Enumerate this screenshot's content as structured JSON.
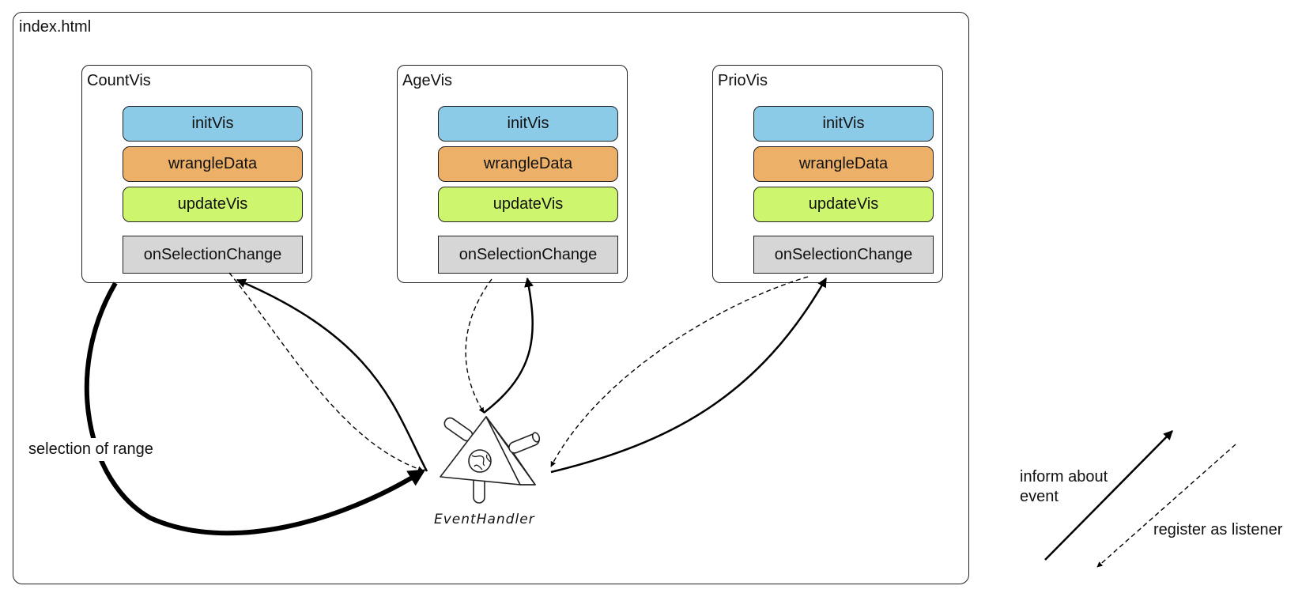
{
  "page": {
    "label": "index.html"
  },
  "views": [
    {
      "title": "CountVis",
      "methods": [
        "initVis",
        "wrangleData",
        "updateVis"
      ],
      "handler": "onSelectionChange"
    },
    {
      "title": "AgeVis",
      "methods": [
        "initVis",
        "wrangleData",
        "updateVis"
      ],
      "handler": "onSelectionChange"
    },
    {
      "title": "PrioVis",
      "methods": [
        "initVis",
        "wrangleData",
        "updateVis"
      ],
      "handler": "onSelectionChange"
    }
  ],
  "event_handler": {
    "label": "EventHandler"
  },
  "annotation": {
    "selection": "selection of range"
  },
  "legend": {
    "inform": "inform about\nevent",
    "register": "register as listener"
  },
  "colors": {
    "initVis": "#8ccbe8",
    "wrangleData": "#ecb068",
    "updateVis": "#cef56e",
    "onSelectionChange": "#d6d6d6"
  }
}
